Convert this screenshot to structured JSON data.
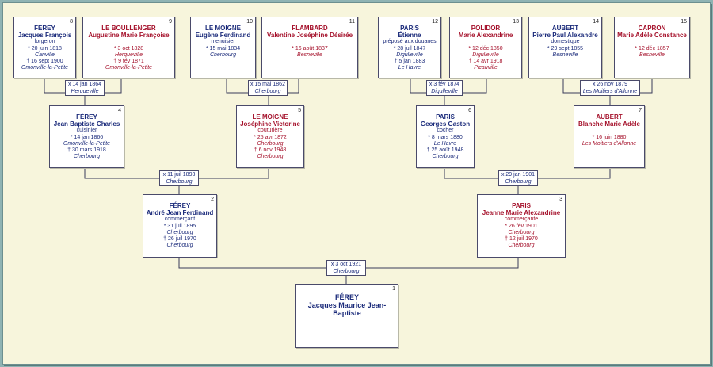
{
  "persons": [
    {
      "id": "p8",
      "num": "8",
      "sex": "m",
      "surname": "FEREY",
      "given": "Jacques François",
      "lines": [
        {
          "t": "forgeron"
        },
        {
          "t": "* 20 juin 1818"
        },
        {
          "t": "Canville",
          "i": true
        },
        {
          "t": "† 16 sept 1900"
        },
        {
          "t": "Omonville-la-Petite",
          "i": true
        }
      ]
    },
    {
      "id": "p9",
      "num": "9",
      "sex": "f",
      "surname": "LE BOULLENGER",
      "given": "Augustine Marie Françoise",
      "lines": [
        {
          "t": ""
        },
        {
          "t": "* 3 oct 1828"
        },
        {
          "t": "Herqueville",
          "i": true
        },
        {
          "t": "† 9 fév 1871"
        },
        {
          "t": "Omonville-la-Petite",
          "i": true
        }
      ]
    },
    {
      "id": "p10",
      "num": "10",
      "sex": "m",
      "surname": "LE MOIGNE",
      "given": "Eugène Ferdinand",
      "lines": [
        {
          "t": "menuisier"
        },
        {
          "t": "* 15 mai 1834"
        },
        {
          "t": "Cherbourg",
          "i": true
        }
      ]
    },
    {
      "id": "p11",
      "num": "11",
      "sex": "f",
      "surname": "FLAMBARD",
      "given": "Valentine Joséphine Désirée",
      "lines": [
        {
          "t": ""
        },
        {
          "t": "* 16 août 1837"
        },
        {
          "t": "Besneville",
          "i": true
        }
      ]
    },
    {
      "id": "p12",
      "num": "12",
      "sex": "m",
      "surname": "PARIS",
      "given": "Étienne",
      "lines": [
        {
          "t": "préposé aux douanes"
        },
        {
          "t": "* 28 juil 1847"
        },
        {
          "t": "Digulleville",
          "i": true
        },
        {
          "t": "† 5 jan 1883"
        },
        {
          "t": "Le Havre",
          "i": true
        }
      ]
    },
    {
      "id": "p13",
      "num": "13",
      "sex": "f",
      "surname": "POLIDOR",
      "given": "Marie Alexandrine",
      "lines": [
        {
          "t": ""
        },
        {
          "t": "* 12 déc 1850"
        },
        {
          "t": "Digulleville",
          "i": true
        },
        {
          "t": "† 14 avr 1918"
        },
        {
          "t": "Picauville",
          "i": true
        }
      ]
    },
    {
      "id": "p14",
      "num": "14",
      "sex": "m",
      "surname": "AUBERT",
      "given": "Pierre Paul Alexandre",
      "lines": [
        {
          "t": "domestique"
        },
        {
          "t": "* 29 sept 1855"
        },
        {
          "t": "Besneville",
          "i": true
        }
      ]
    },
    {
      "id": "p15",
      "num": "15",
      "sex": "f",
      "surname": "CAPRON",
      "given": "Marie Adèle Constance",
      "lines": [
        {
          "t": ""
        },
        {
          "t": "* 12 déc 1857"
        },
        {
          "t": "Besneville",
          "i": true
        }
      ]
    },
    {
      "id": "p4",
      "num": "4",
      "sex": "m",
      "surname": "FÉREY",
      "given": "Jean Baptiste Charles",
      "lines": [
        {
          "t": "cuisinier"
        },
        {
          "t": "* 14 jan 1866"
        },
        {
          "t": "Omonville-la-Petite",
          "i": true
        },
        {
          "t": "† 30 mars 1918"
        },
        {
          "t": "Cherbourg",
          "i": true
        }
      ]
    },
    {
      "id": "p5",
      "num": "5",
      "sex": "f",
      "surname": "LE MOIGNE",
      "given": "Joséphine Victorine",
      "lines": [
        {
          "t": "couturière"
        },
        {
          "t": "* 25 avr 1872"
        },
        {
          "t": "Cherbourg",
          "i": true
        },
        {
          "t": "† 6 nov 1948"
        },
        {
          "t": "Cherbourg",
          "i": true
        }
      ]
    },
    {
      "id": "p6",
      "num": "6",
      "sex": "m",
      "surname": "PARIS",
      "given": "Georges Gaston",
      "lines": [
        {
          "t": "cocher"
        },
        {
          "t": "* 8 mars 1880"
        },
        {
          "t": "Le Havre",
          "i": true
        },
        {
          "t": "† 25 août 1948"
        },
        {
          "t": "Cherbourg",
          "i": true
        }
      ]
    },
    {
      "id": "p7",
      "num": "7",
      "sex": "f",
      "surname": "AUBERT",
      "given": "Blanche Marie Adèle",
      "lines": [
        {
          "t": ""
        },
        {
          "t": "* 16 juin 1880"
        },
        {
          "t": "Les Moitiers d'Allonne",
          "i": true
        }
      ]
    },
    {
      "id": "p2",
      "num": "2",
      "sex": "m",
      "surname": "FÉREY",
      "given": "André Jean Ferdinand",
      "lines": [
        {
          "t": "commerçant"
        },
        {
          "t": "* 31 juil 1895"
        },
        {
          "t": "Cherbourg",
          "i": true
        },
        {
          "t": "† 26 juil 1970"
        },
        {
          "t": "Cherbourg",
          "i": true
        }
      ]
    },
    {
      "id": "p3",
      "num": "3",
      "sex": "f",
      "surname": "PARIS",
      "given": "Jeanne Marie Alexandrine",
      "lines": [
        {
          "t": "commerçante"
        },
        {
          "t": "* 26 fév 1901"
        },
        {
          "t": "Cherbourg",
          "i": true
        },
        {
          "t": "† 12 juil 1970"
        },
        {
          "t": "Cherbourg",
          "i": true
        }
      ]
    },
    {
      "id": "p1",
      "num": "1",
      "sex": "m",
      "surname": "FÉREY",
      "given": "Jacques Maurice Jean-Baptiste",
      "lines": []
    }
  ],
  "marriages": [
    {
      "id": "m8",
      "date": "x 14 jan 1864",
      "place": "Herqueville"
    },
    {
      "id": "m10",
      "date": "x 15 mai 1862",
      "place": "Cherbourg"
    },
    {
      "id": "m12",
      "date": "x 3 fév 1874",
      "place": "Digulleville"
    },
    {
      "id": "m14",
      "date": "x 26 nov 1879",
      "place": "Les Moitiers d'Allonne"
    },
    {
      "id": "m4",
      "date": "x 11 juil 1893",
      "place": "Cherbourg"
    },
    {
      "id": "m6",
      "date": "x 29 jan 1901",
      "place": "Cherbourg"
    },
    {
      "id": "m2",
      "date": "x 3 oct 1921",
      "place": "Cherbourg"
    }
  ]
}
